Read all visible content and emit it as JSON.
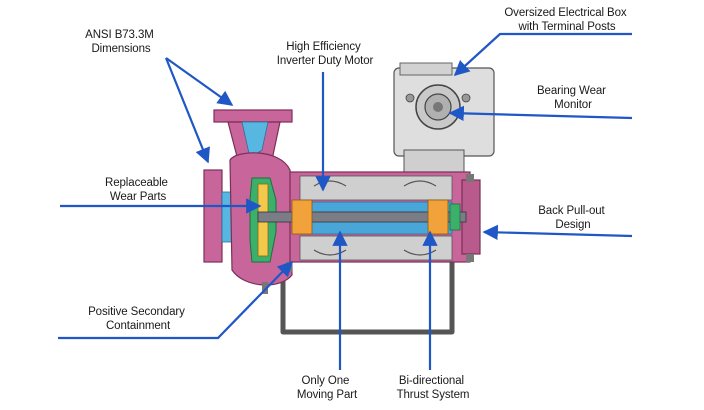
{
  "colors": {
    "background": "#ffffff",
    "arrow": "#1f57c6",
    "housing": "#c8669b",
    "housing_dark": "#a64c7e",
    "motor_box": "#e1e1e1",
    "shaft": "#7a7d86",
    "rotor_blue": "#4aa6d8",
    "impeller_green": "#3bb06a",
    "winding_orange": "#f2a23a"
  },
  "callouts": {
    "ansi": [
      "ANSI B73.3M",
      "Dimensions"
    ],
    "motor": [
      "High Efficiency",
      "Inverter Duty Motor"
    ],
    "electrical_box": [
      "Oversized Electrical Box",
      "with Terminal Posts"
    ],
    "bearing_monitor": [
      "Bearing Wear",
      "Monitor"
    ],
    "wear_parts": [
      "Replaceable",
      "Wear Parts"
    ],
    "pull_out": [
      "Back Pull-out",
      "Design"
    ],
    "containment": [
      "Positive Secondary",
      "Containment"
    ],
    "moving_part": [
      "Only One",
      "Moving Part"
    ],
    "thrust": [
      "Bi-directional",
      "Thrust System"
    ]
  }
}
